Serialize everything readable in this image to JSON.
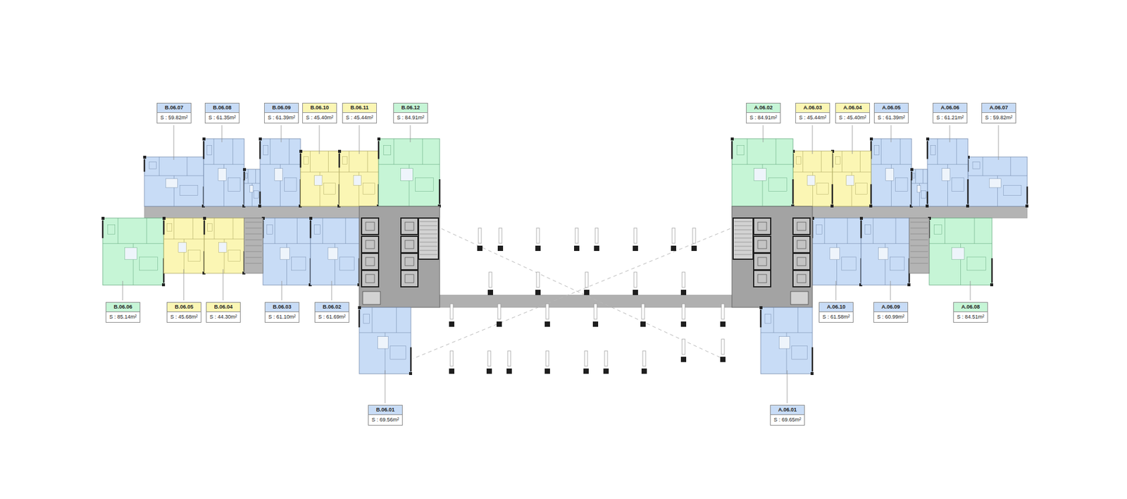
{
  "diagram": {
    "nodes": [
      {
        "text": [
          "B.06.07",
          "S : 59.82m²"
        ]
      },
      {
        "text": [
          "B.06.08",
          "S : 61.35m²"
        ]
      },
      {
        "text": [
          "B.06.09",
          "S : 61.39m²"
        ]
      },
      {
        "text": [
          "B.06.10",
          "S : 45.40m²"
        ]
      },
      {
        "text": [
          "B.06.11",
          "S : 45.44m²"
        ]
      },
      {
        "text": [
          "B.06.12",
          "S : 84.91m²"
        ]
      },
      {
        "text": [
          "A.06.02",
          "S : 84.91m²"
        ]
      },
      {
        "text": [
          "A.06.03",
          "S : 45.44m²"
        ]
      },
      {
        "text": [
          "A.06.04",
          "S : 45.40m²"
        ]
      },
      {
        "text": [
          "A.06.05",
          "S : 61.39m²"
        ]
      },
      {
        "text": [
          "A.06.06",
          "S : 61.21m²"
        ]
      },
      {
        "text": [
          "A.06.07",
          "S : 59.82m²"
        ]
      },
      {
        "text": [
          "B.06.06",
          "S : 85.14m²"
        ]
      },
      {
        "text": [
          "B.06.05",
          "S : 45.68m²"
        ]
      },
      {
        "text": [
          "B.06.04",
          "S : 44.30m²"
        ]
      },
      {
        "text": [
          "B.06.03",
          "S : 61.10m²"
        ]
      },
      {
        "text": [
          "B.06.02",
          "S : 61.69m²"
        ]
      },
      {
        "text": [
          "A.06.10",
          "S : 61.58m²"
        ]
      },
      {
        "text": [
          "A.06.09",
          "S : 60.99m²"
        ]
      },
      {
        "text": [
          "A.06.08",
          "S : 84.51m²"
        ]
      },
      {
        "text": [
          "B.06.01",
          "S : 69.56m²"
        ]
      },
      {
        "text": [
          "A.06.01",
          "S : 69.65m²"
        ]
      }
    ]
  }
}
